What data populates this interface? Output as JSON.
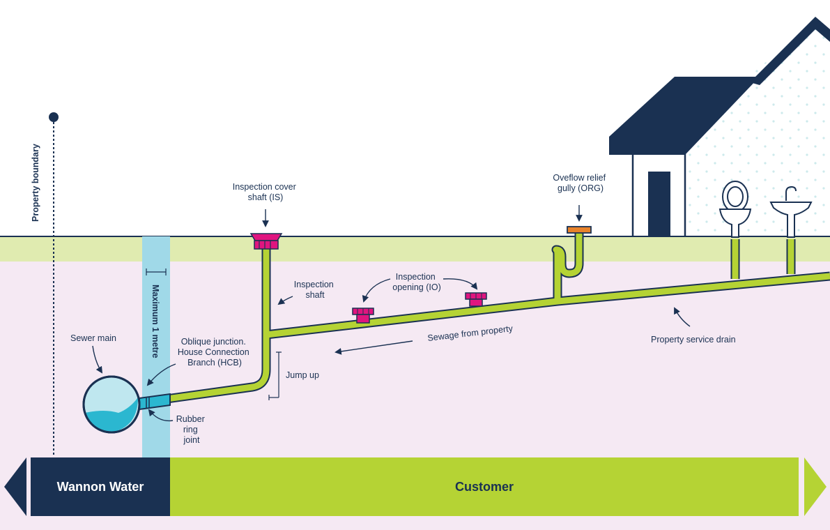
{
  "labels": {
    "property_boundary": "Property boundary",
    "max_1_metre": "Maximum 1 metre",
    "inspection_cover_shaft": [
      "Inspection cover",
      "shaft (IS)"
    ],
    "inspection_shaft": [
      "Inspection",
      "shaft"
    ],
    "inspection_opening": [
      "Inspection",
      "opening (IO)"
    ],
    "overflow_relief_gully": [
      "Oveflow relief",
      "gully (ORG)"
    ],
    "sewer_main": "Sewer main",
    "oblique_junction": [
      "Oblique junction.",
      "House Connection",
      "Branch (HCB)"
    ],
    "rubber_ring_joint": [
      "Rubber",
      "ring",
      "joint"
    ],
    "jump_up": "Jump up",
    "sewage_from_property": "Sewage from property",
    "property_service_drain": "Property service drain"
  },
  "responsibility": {
    "left": "Wannon Water",
    "right": "Customer"
  },
  "colors": {
    "navy": "#1a3152",
    "pipe_green": "#b5d334",
    "ground_green": "#e0ebb0",
    "underground": "#f5e9f3",
    "pink_fitting": "#e0157f",
    "orange_fitting": "#e8822a",
    "water": "#2bb7d0",
    "zone_blue": "#a0d9e8"
  },
  "icons": [
    "toilet-icon",
    "basin-icon",
    "house-icon",
    "arrow-icon"
  ]
}
